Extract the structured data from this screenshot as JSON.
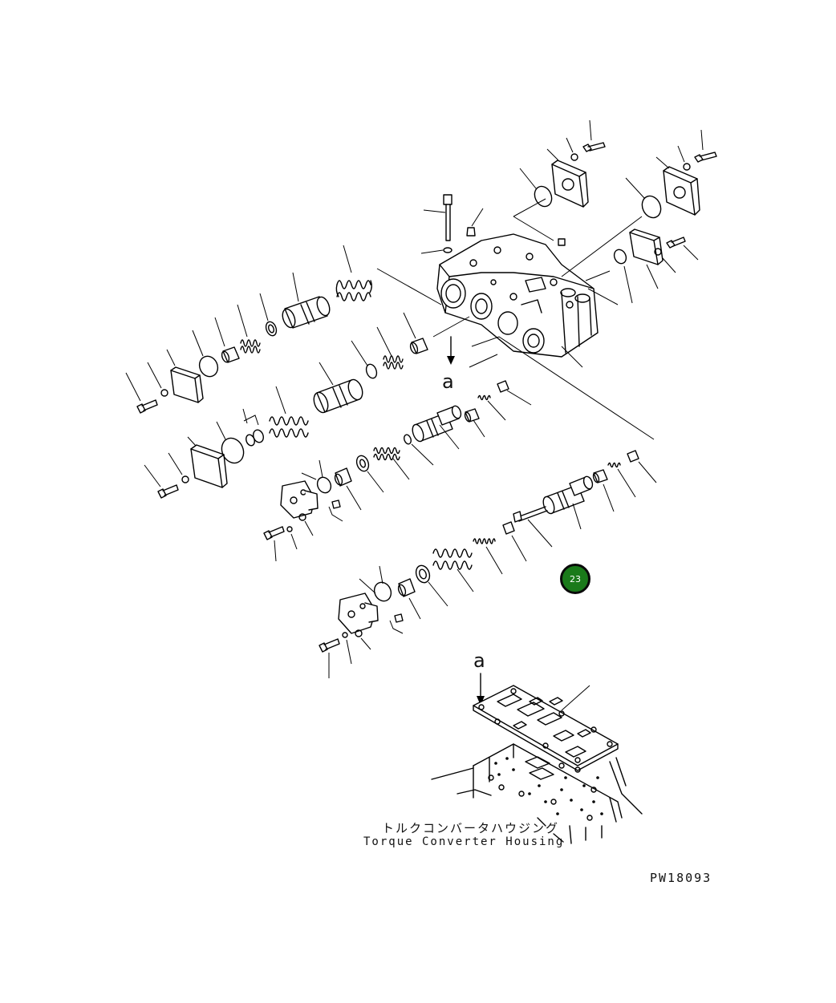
{
  "labels": {
    "view_marker_top": "a",
    "view_marker_bottom": "a",
    "housing_jp": "トルクコンバータハウジング",
    "housing_en": "Torque Converter Housing",
    "drawing_code": "PW18093"
  },
  "callout": {
    "number": "23",
    "color": "#1a7a1a"
  }
}
